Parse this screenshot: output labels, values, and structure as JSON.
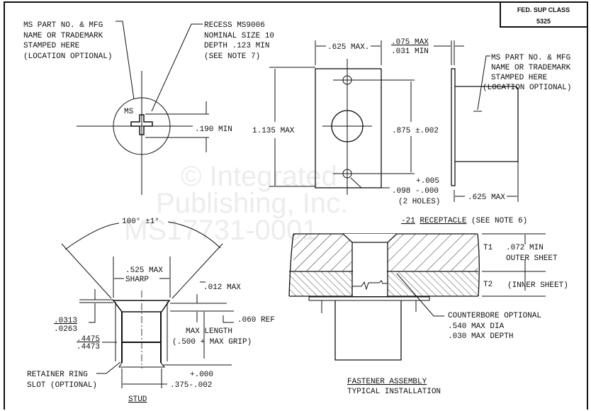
{
  "class_box": {
    "line1": "FED. SUP CLASS",
    "line2": "5325"
  },
  "head_view": {
    "stamp_note": [
      "MS PART NO. & MFG",
      "NAME OR TRADEMARK",
      "STAMPED HERE",
      "(LOCATION OPTIONAL)"
    ],
    "recess_note": [
      "RECESS MS9006",
      "NOMINAL SIZE 10",
      "DEPTH .123 MIN",
      "(SEE NOTE 7)"
    ],
    "ms_mark": "MS",
    "recess_dim": ".190 MIN"
  },
  "plate_view": {
    "height_dim": "1.135 MAX",
    "width_dim": ".625 MAX.",
    "thickness_max": ".075 MAX",
    "thickness_min": ".031 MIN",
    "hole_spacing": ".875 ±.002",
    "hole_tol_plus": "+.005",
    "hole_dia": ".098 -.000",
    "hole_count": "(2 HOLES)"
  },
  "side_view": {
    "stamp_note": [
      "MS PART NO. & MFG",
      "NAME OR TRADEMARK",
      "STAMPED HERE",
      "(LOCATION OPTIONAL)"
    ],
    "depth_dim": ".625 MAX"
  },
  "stud": {
    "angle": "100° ±1°",
    "head_dia": ".525 MAX",
    "sharp": "SHARP",
    "edge_max": ".012 MAX",
    "head_thk_max": ".0313",
    "head_thk_min": ".0263",
    "ref": ".060 REF",
    "shank_max": ".4475",
    "shank_min": ".4473",
    "max_length": "MAX LENGTH",
    "max_length_formula": "(.500 + MAX GRIP)",
    "slot_note": [
      "RETAINER RING",
      "SLOT (OPTIONAL)"
    ],
    "dia_tol_plus": "+.000",
    "dia": ".375-.002",
    "title": "STUD"
  },
  "assembly": {
    "receptacle_dash": "-21",
    "receptacle_word": "RECEPTACLE",
    "receptacle_note": "(SEE NOTE 6)",
    "t1": "T1",
    "t1_dim": ".072 MIN",
    "t1_label": "OUTER SHEET",
    "t2": "T2",
    "t2_label": "(INNER SHEET)",
    "counterbore": [
      "COUNTERBORE OPTIONAL",
      ".540 MAX DIA",
      ".030 MAX DEPTH"
    ],
    "title1": "FASTENER ASSEMBLY",
    "title2": "TYPICAL INSTALLATION"
  },
  "watermark": [
    "© Integrated",
    "Publishing, Inc.",
    "MS17731-0001"
  ]
}
